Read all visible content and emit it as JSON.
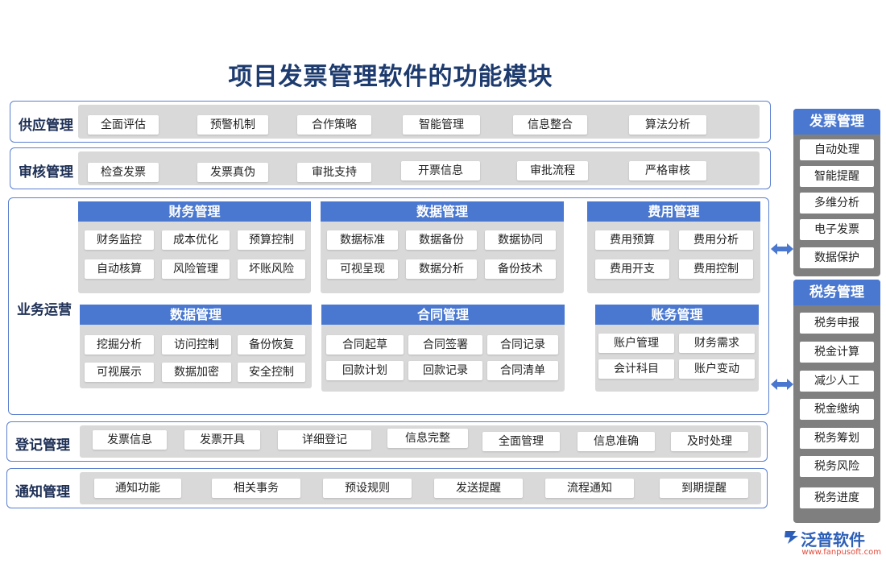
{
  "title": "项目发票管理软件的功能模块",
  "rows": [
    {
      "label": "供应管理",
      "chips": [
        "全面评估",
        "预警机制",
        "合作策略",
        "智能管理",
        "信息整合",
        "算法分析"
      ]
    },
    {
      "label": "审核管理",
      "chips": [
        "检查发票",
        "发票真伪",
        "审批支持",
        "开票信息",
        "审批流程",
        "严格审核"
      ]
    },
    {
      "label": "登记管理",
      "chips": [
        "发票信息",
        "发票开具",
        "详细登记",
        "信息完整",
        "全面管理",
        "信息准确",
        "及时处理"
      ]
    },
    {
      "label": "通知管理",
      "chips": [
        "通知功能",
        "相关事务",
        "预设规则",
        "发送提醒",
        "流程通知",
        "到期提醒"
      ]
    }
  ],
  "business": {
    "label": "业务运营",
    "groups": [
      {
        "title": "财务管理",
        "chips": [
          "财务监控",
          "成本优化",
          "预算控制",
          "自动核算",
          "风险管理",
          "坏账风险"
        ]
      },
      {
        "title": "数据管理",
        "chips": [
          "数据标准",
          "数据备份",
          "数据协同",
          "可视呈现",
          "数据分析",
          "备份技术"
        ]
      },
      {
        "title": "费用管理",
        "chips": [
          "费用预算",
          "费用分析",
          "费用开支",
          "费用控制"
        ]
      },
      {
        "title": "数据管理",
        "chips": [
          "挖掘分析",
          "访问控制",
          "备份恢复",
          "可视展示",
          "数据加密",
          "安全控制"
        ]
      },
      {
        "title": "合同管理",
        "chips": [
          "合同起草",
          "合同签署",
          "合同记录",
          "回款计划",
          "回款记录",
          "合同清单"
        ]
      },
      {
        "title": "账务管理",
        "chips": [
          "账户管理",
          "财务需求",
          "会计科目",
          "账户变动"
        ]
      }
    ]
  },
  "side": [
    {
      "title": "发票管理",
      "items": [
        "自动处理",
        "智能提醒",
        "多维分析",
        "电子发票",
        "数据保护"
      ]
    },
    {
      "title": "税务管理",
      "items": [
        "税务申报",
        "税金计算",
        "减少人工",
        "税金缴纳",
        "税务筹划",
        "税务风险",
        "税务进度"
      ]
    }
  ],
  "logo": {
    "name": "泛普软件",
    "url": "www.fanpusoft.com"
  },
  "colors": {
    "accent": "#4a78d0",
    "frame": "#5b7fd0",
    "track": "#d9d9d9",
    "side_panel": "#7f7f7f",
    "title": "#1d3b6e",
    "logo_url": "#e24a3b"
  }
}
